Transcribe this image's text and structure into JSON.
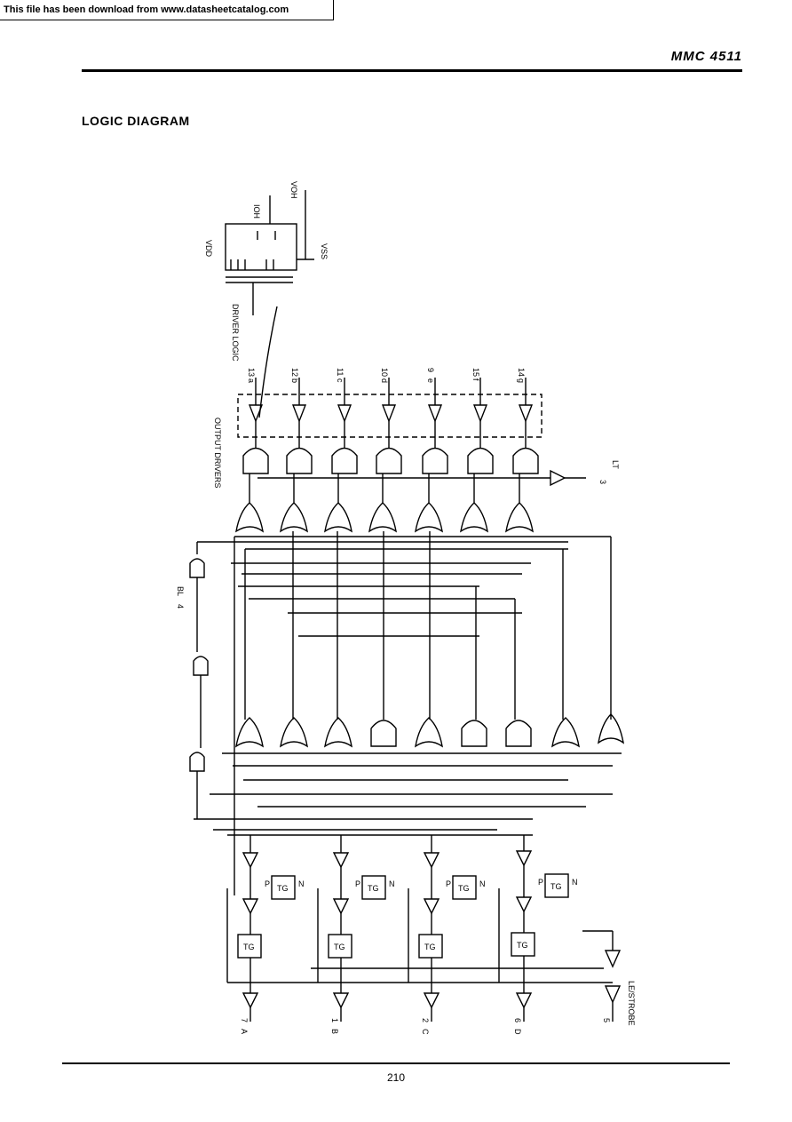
{
  "header": {
    "banner": "This file has been download from  www.datasheetcatalog.com",
    "part_number": "MMC 4511",
    "section_title": "LOGIC DIAGRAM"
  },
  "footer": {
    "page_number": "210"
  },
  "diagram": {
    "driver_logic": {
      "label": "DRIVER LOGIC",
      "vdd": "VDD",
      "voh": "VOH",
      "ioh": "IOH",
      "vss": "VSS"
    },
    "output_drivers_label": "OUTPUT DRIVERS",
    "outputs": [
      {
        "pin": "13",
        "seg": "a"
      },
      {
        "pin": "12",
        "seg": "b"
      },
      {
        "pin": "11",
        "seg": "c"
      },
      {
        "pin": "10",
        "seg": "d"
      },
      {
        "pin": "9",
        "seg": "e"
      },
      {
        "pin": "15",
        "seg": "f"
      },
      {
        "pin": "14",
        "seg": "g"
      }
    ],
    "lt": {
      "pin": "3",
      "label": "LT"
    },
    "bl": {
      "pin": "4",
      "label": "BL"
    },
    "inputs": [
      {
        "pin": "7",
        "label": "A"
      },
      {
        "pin": "1",
        "label": "B"
      },
      {
        "pin": "2",
        "label": "C"
      },
      {
        "pin": "6",
        "label": "D"
      }
    ],
    "le": {
      "pin": "5",
      "label": "LE/STROBE"
    },
    "tg_label": "TG",
    "tg_p": "P",
    "tg_n": "N"
  }
}
